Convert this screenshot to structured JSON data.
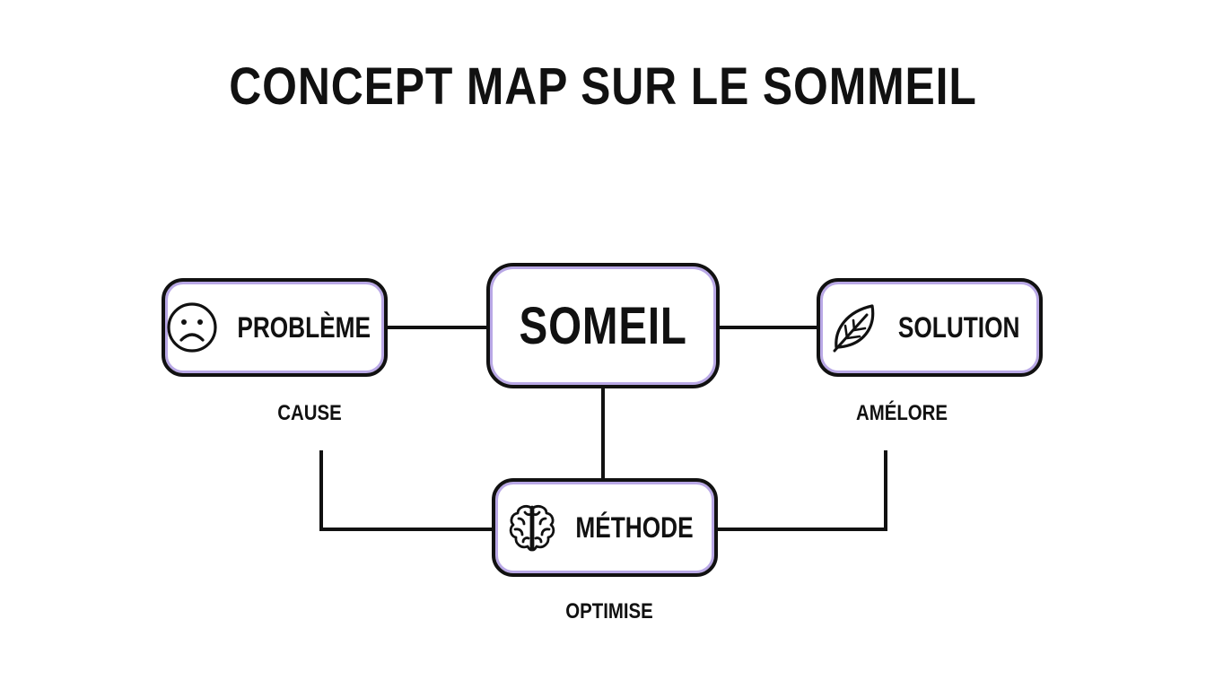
{
  "title": "CONCEPT MAP SUR LE SOMMEIL",
  "nodes": {
    "center": {
      "label": "SOMEIL"
    },
    "left": {
      "label": "PROBLÈME",
      "icon": "sad-face-icon"
    },
    "right": {
      "label": "SOLUTION",
      "icon": "leaf-icon"
    },
    "bottom": {
      "label": "MÉTHODE",
      "icon": "brain-icon"
    }
  },
  "edges": {
    "cause": "CAUSE",
    "ameliore": "AMÉLORE",
    "optimise": "OPTIMISE"
  },
  "colors": {
    "stroke": "#111111",
    "accent": "#b9a8e6",
    "background": "#ffffff"
  }
}
